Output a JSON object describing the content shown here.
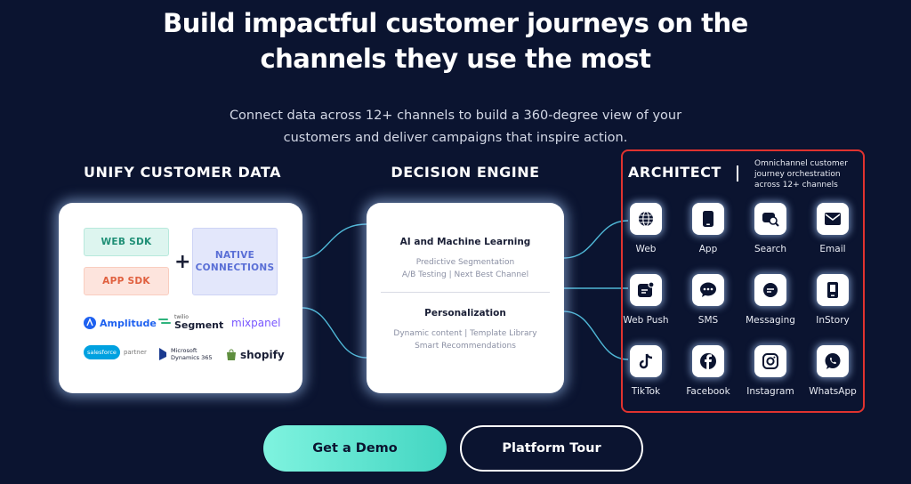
{
  "headline": {
    "line1": "Build impactful customer journeys on the",
    "line2": "channels they use the most"
  },
  "subtitle": {
    "line1": "Connect data across 12+ channels to build a 360-degree view of your",
    "line2": "customers and deliver campaigns that inspire action."
  },
  "unify": {
    "title": "UNIFY CUSTOMER DATA",
    "web_sdk": "WEB SDK",
    "app_sdk": "APP SDK",
    "plus": "+",
    "native_line1": "NATIVE",
    "native_line2": "CONNECTIONS",
    "logos": {
      "amplitude": "Amplitude",
      "segment_small": "twilio",
      "segment": "Segment",
      "mixpanel": "mixpanel",
      "salesforce": "salesforce",
      "salesforce_partner": "partner",
      "ms_line1": "Microsoft",
      "ms_line2": "Dynamics 365",
      "shopify": "shopify"
    }
  },
  "engine": {
    "title": "DECISION ENGINE",
    "ai_heading": "AI and Machine Learning",
    "ai_line1": "Predictive Segmentation",
    "ai_line2": "A/B Testing | Next Best Channel",
    "pers_heading": "Personalization",
    "pers_line1": "Dynamic content | Template Library",
    "pers_line2": "Smart Recommendations"
  },
  "architect": {
    "title": "ARCHITECT",
    "desc": "Omnichannel customer journey orchestration across 12+ channels",
    "channels": [
      {
        "label": "Web",
        "icon": "globe-icon"
      },
      {
        "label": "App",
        "icon": "smartphone-icon"
      },
      {
        "label": "Search",
        "icon": "search-icon"
      },
      {
        "label": "Email",
        "icon": "mail-icon"
      },
      {
        "label": "Web Push",
        "icon": "web-push-icon"
      },
      {
        "label": "SMS",
        "icon": "sms-icon"
      },
      {
        "label": "Messaging",
        "icon": "chat-icon"
      },
      {
        "label": "InStory",
        "icon": "instory-icon"
      },
      {
        "label": "TikTok",
        "icon": "tiktok-icon"
      },
      {
        "label": "Facebook",
        "icon": "facebook-icon"
      },
      {
        "label": "Instagram",
        "icon": "instagram-icon"
      },
      {
        "label": "WhatsApp",
        "icon": "whatsapp-icon"
      }
    ]
  },
  "buttons": {
    "demo": "Get a Demo",
    "tour": "Platform Tour"
  },
  "colors": {
    "background": "#0b1430",
    "accent_teal": "#4fe0cc",
    "architect_border": "#e0332f"
  }
}
